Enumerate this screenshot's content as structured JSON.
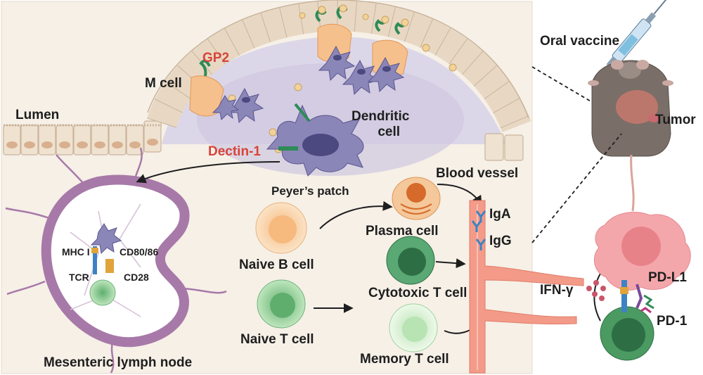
{
  "labels": {
    "gp2": "GP2",
    "m_cell": "M cell",
    "lumen": "Lumen",
    "dendritic_cell": [
      "Dendritic",
      "cell"
    ],
    "dectin1": "Dectin-1",
    "peyers_patch": "Peyer’s patch",
    "blood_vessel": "Blood vessel",
    "mhc1": "MHC I",
    "cd80_86": "CD80/86",
    "tcr": "TCR",
    "cd28": "CD28",
    "mesenteric": "Mesenteric lymph node",
    "naive_b": "Naive B cell",
    "plasma": "Plasma cell",
    "iga": "IgA",
    "igg": "IgG",
    "cytotoxic": "Cytotoxic T cell",
    "naive_t": "Naive T cell",
    "memory": "Memory T cell",
    "oral_vaccine": "Oral vaccine",
    "tumor": "Tumor",
    "ifn": "IFN-γ",
    "pdl1": "PD-L1",
    "pd1": "PD-1"
  },
  "colors": {
    "panel_bg": "#f5efe6",
    "epithelium": "#efe3d2",
    "m_cell": "#f6c08c",
    "peyer": "#d8d3e6",
    "dendritic": "#8a86b8",
    "receptor": "#2e8b57",
    "lymph_node": "#a779a8",
    "vessel": "#f08f7f",
    "naive_b": "#f7cf9a",
    "naive_t": "#9fd3a0",
    "cytotoxic": "#3f8e5a",
    "memory": "#d7f0d3",
    "tumor_cell": "#f3a9ad",
    "label_red": "#d8433a"
  },
  "icons": [
    "syringe-icon",
    "mouse-icon",
    "antibody-icon",
    "tumor-cell-icon",
    "dendritic-cell-icon",
    "lymph-node-icon"
  ]
}
